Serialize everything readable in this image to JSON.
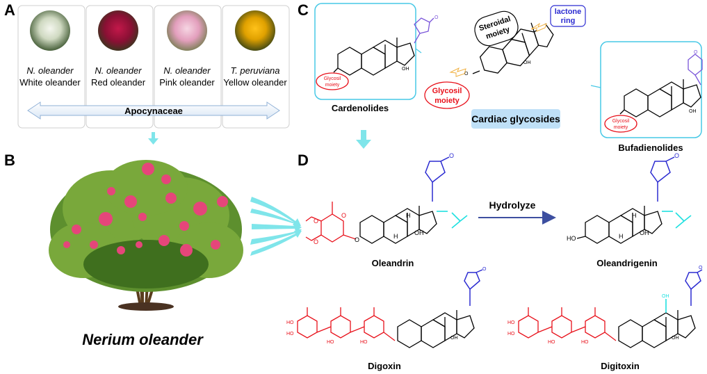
{
  "panels": {
    "a": "A",
    "b": "B",
    "c": "C",
    "d": "D"
  },
  "plants": [
    {
      "species": "N. oleander",
      "common": "White oleander"
    },
    {
      "species": "N. oleander",
      "common": "Red oleander"
    },
    {
      "species": "N. oleander",
      "common": "Pink oleander"
    },
    {
      "species": "T. peruviana",
      "common": "Yellow oleander"
    }
  ],
  "family": "Apocynaceae",
  "plant_name": "Nerium oleander",
  "panel_c": {
    "cardenolides": "Cardenolides",
    "bufadienolides": "Bufadienolides",
    "cardiac_glycosides": "Cardiac glycosides",
    "glycosil": "Glycosil",
    "moiety": "moiety",
    "steroidal": "Steroidal",
    "steroidal_moiety": "moiety",
    "lactone": "lactone",
    "ring": "ring"
  },
  "panel_d": {
    "hydrolyze": "Hydrolyze",
    "oleandrin": "Oleandrin",
    "oleandrigenin": "Oleandrigenin",
    "digoxin": "Digoxin",
    "digitoxin": "Digitoxin"
  },
  "atoms": {
    "oh": "OH",
    "ho": "HO",
    "h": "H",
    "o": "O"
  },
  "colors": {
    "red": "#e8101a",
    "blue": "#2b2bd1",
    "cyan": "#1ee0e0",
    "purple": "#7a55d9",
    "box": "#bfe0f7",
    "panel_border": "#47c8e6",
    "arrow_cyan": "#7fe5ea",
    "arrow_navy": "#3d4fa0"
  }
}
